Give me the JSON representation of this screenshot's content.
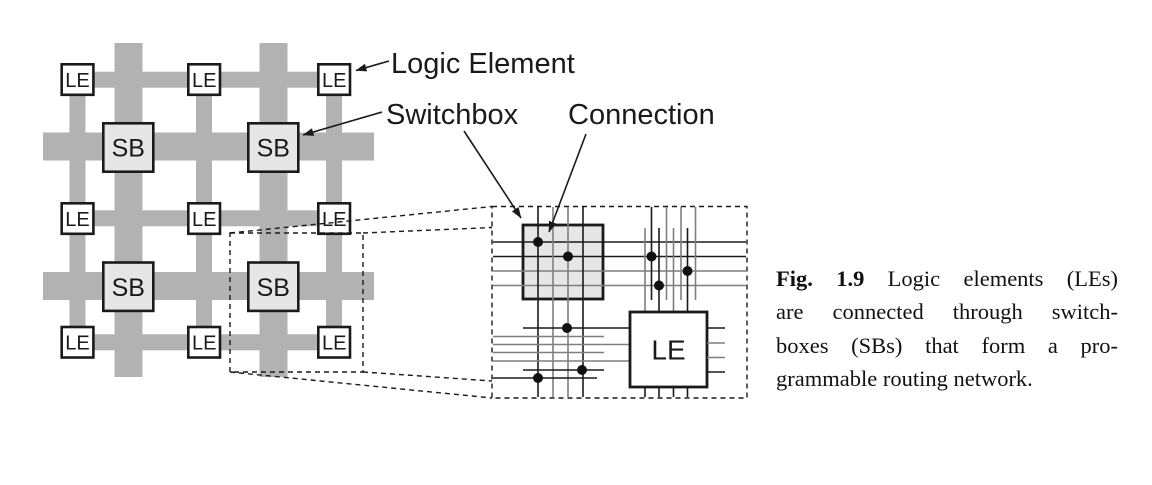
{
  "figure": {
    "grid": {
      "le_label": "LE",
      "sb_label": "SB"
    },
    "annotations": {
      "logic_element": "Logic Element",
      "switchbox": "Switchbox",
      "connection": "Connection"
    },
    "detail": {
      "le_label": "LE"
    },
    "caption": {
      "fig_label": "Fig. 1.9",
      "line1_rest": "Logic elements (LEs)",
      "line2": "are connected through switch-",
      "line3": "boxes (SBs) that form a pro-",
      "line4": "grammable routing network."
    },
    "colors": {
      "channel_gray": "#b2b2b2",
      "switchbox_fill": "#e6e6e6",
      "wire_gray": "#7f7f7f",
      "ink": "#1a1a1a"
    }
  }
}
